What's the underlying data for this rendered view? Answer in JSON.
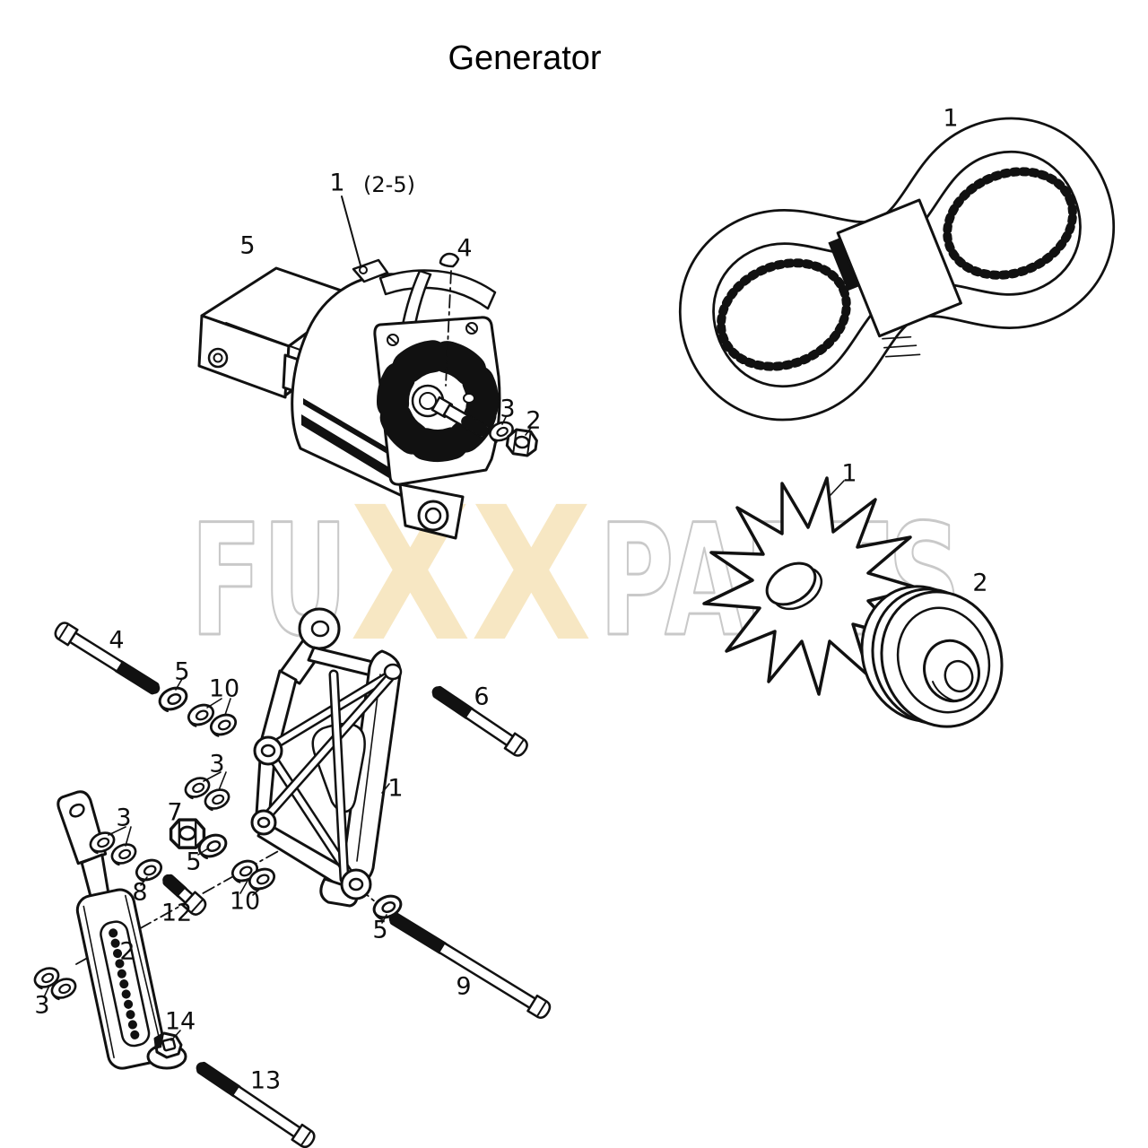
{
  "title": "Generator",
  "watermark": {
    "left": "FU",
    "middle": "XX",
    "right": "PARTS",
    "middle_color": "#f7e7c3",
    "outline_color": "#c9c9c9"
  },
  "ink_color": "#111111",
  "paper_color": "#ffffff",
  "callouts": {
    "alt_assembly": "1",
    "alt_assembly_range": "(2-5)",
    "alt_regulator": "5",
    "alt_key": "4",
    "alt_washer": "3",
    "alt_nut": "2",
    "belt": "1",
    "fan": "1",
    "pulley": "2",
    "bolt4": "4",
    "washer5a": "5",
    "washer10a": "10",
    "washer3a": "3",
    "washer3b": "3",
    "nut7": "7",
    "washer5b": "5",
    "washer8": "8",
    "bolt12": "12",
    "washer10b": "10",
    "bracket": "1",
    "tensioner": "2",
    "washer3c": "3",
    "bolt6": "6",
    "washer5c": "5",
    "bolt9": "9",
    "nut14": "14",
    "bolt13": "13"
  }
}
